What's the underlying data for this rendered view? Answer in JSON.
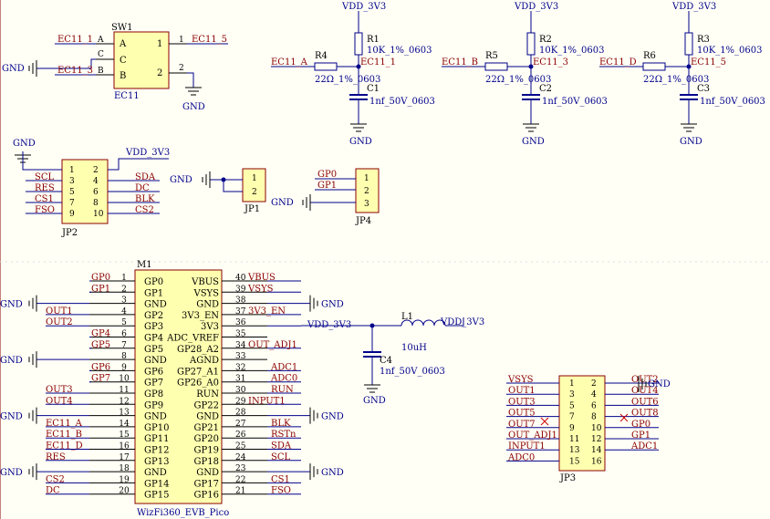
{
  "gnd": "GND",
  "vdd": "VDD_3V3",
  "sw1": {
    "ref": "SW1",
    "part": "EC11",
    "pins": {
      "A": "A",
      "C": "C",
      "B": "B",
      "p1": "1",
      "p2": "2"
    },
    "nets": {
      "ec11_1": "EC11_1",
      "ec11_5": "EC11_5",
      "ec11_3": "EC11_3"
    },
    "n1": "1",
    "n2": "2"
  },
  "filters": [
    {
      "rtop": "R1",
      "rtop_val": "10K_1%_0603",
      "rser": "R4",
      "rser_val": "22Ω_1%_0603",
      "cap": "C1",
      "cap_val": "1nf_50V_0603",
      "in_net": "EC11_A",
      "out_net": "EC11_1"
    },
    {
      "rtop": "R2",
      "rtop_val": "10K_1%_0603",
      "rser": "R5",
      "rser_val": "22Ω_1%_0603",
      "cap": "C2",
      "cap_val": "1nf_50V_0603",
      "in_net": "EC11_B",
      "out_net": "EC11_3"
    },
    {
      "rtop": "R3",
      "rtop_val": "10K_1%_0603",
      "rser": "R6",
      "rser_val": "22Ω_1%_0603",
      "cap": "C3",
      "cap_val": "1nf_50V_0603",
      "in_net": "EC11_D",
      "out_net": "EC11_5"
    }
  ],
  "jp2": {
    "ref": "JP2",
    "left_nets": [
      "SCL",
      "RES",
      "CS1",
      "FSO"
    ],
    "right_nets": [
      "SDA",
      "DC",
      "BLK",
      "CS2"
    ],
    "pins_left": [
      "1",
      "3",
      "5",
      "7",
      "9"
    ],
    "pins_right": [
      "2",
      "4",
      "6",
      "8",
      "10"
    ]
  },
  "jp1": {
    "ref": "JP1",
    "pins": [
      "1",
      "2"
    ]
  },
  "jp4": {
    "ref": "JP4",
    "pins": [
      "1",
      "2",
      "3"
    ],
    "nets": [
      "GP0",
      "GP1"
    ]
  },
  "m1": {
    "ref": "M1",
    "part": "WizFi360_EVB_Pico",
    "left": [
      {
        "n": "1",
        "f": "GP0",
        "net": "GP0"
      },
      {
        "n": "2",
        "f": "GP1",
        "net": "GP1"
      },
      {
        "n": "3",
        "f": "GND",
        "net": ""
      },
      {
        "n": "4",
        "f": "GP2",
        "net": "OUT1"
      },
      {
        "n": "5",
        "f": "GP3",
        "net": "OUT2"
      },
      {
        "n": "6",
        "f": "GP4",
        "net": "GP4"
      },
      {
        "n": "7",
        "f": "GP5",
        "net": "GP5"
      },
      {
        "n": "8",
        "f": "GND",
        "net": ""
      },
      {
        "n": "9",
        "f": "GP6",
        "net": "GP6"
      },
      {
        "n": "10",
        "f": "GP7",
        "net": "GP7"
      },
      {
        "n": "11",
        "f": "GP8",
        "net": "OUT3"
      },
      {
        "n": "12",
        "f": "GP9",
        "net": "OUT4"
      },
      {
        "n": "13",
        "f": "GND",
        "net": ""
      },
      {
        "n": "14",
        "f": "GP10",
        "net": "EC11_A"
      },
      {
        "n": "15",
        "f": "GP11",
        "net": "EC11_B"
      },
      {
        "n": "16",
        "f": "GP12",
        "net": "EC11_D"
      },
      {
        "n": "17",
        "f": "GP13",
        "net": "RES"
      },
      {
        "n": "18",
        "f": "GND",
        "net": ""
      },
      {
        "n": "19",
        "f": "GP14",
        "net": "CS2"
      },
      {
        "n": "20",
        "f": "GP15",
        "net": "DC"
      }
    ],
    "right": [
      {
        "n": "40",
        "f": "VBUS",
        "net": "VBUS"
      },
      {
        "n": "39",
        "f": "VSYS",
        "net": "VSYS"
      },
      {
        "n": "38",
        "f": "GND",
        "net": ""
      },
      {
        "n": "37",
        "f": "3V3_EN",
        "net": "3V3_EN"
      },
      {
        "n": "36",
        "f": "3V3",
        "net": "VDD_3V3"
      },
      {
        "n": "35",
        "f": "ADC_VREF",
        "net": ""
      },
      {
        "n": "34",
        "f": "GP28_A2",
        "net": "OUT_ADJ1"
      },
      {
        "n": "33",
        "f": "AGND",
        "net": ""
      },
      {
        "n": "32",
        "f": "GP27_A1",
        "net": "ADC1"
      },
      {
        "n": "31",
        "f": "GP26_A0",
        "net": "ADC0"
      },
      {
        "n": "30",
        "f": "RUN",
        "net": "RUN"
      },
      {
        "n": "29",
        "f": "GP22",
        "net": "INPUT1"
      },
      {
        "n": "28",
        "f": "GND",
        "net": ""
      },
      {
        "n": "27",
        "f": "GP21",
        "net": "BLK"
      },
      {
        "n": "26",
        "f": "GP20",
        "net": "RSTn"
      },
      {
        "n": "25",
        "f": "GP19",
        "net": "SDA"
      },
      {
        "n": "24",
        "f": "GP18",
        "net": "SCL"
      },
      {
        "n": "23",
        "f": "GND",
        "net": ""
      },
      {
        "n": "22",
        "f": "GP17",
        "net": "CS1"
      },
      {
        "n": "21",
        "f": "GP16",
        "net": "FSO"
      }
    ]
  },
  "l1": {
    "ref": "L1",
    "val": "10uH"
  },
  "c4": {
    "ref": "C4",
    "val": "1nf_50V_0603"
  },
  "jp3": {
    "ref": "JP3",
    "rows": [
      {
        "l": "1",
        "r": "2",
        "ln": "VSYS",
        "rn": "OUT2"
      },
      {
        "l": "3",
        "r": "4",
        "ln": "OUT1",
        "rn": "OUT4"
      },
      {
        "l": "5",
        "r": "6",
        "ln": "OUT3",
        "rn": "OUT6"
      },
      {
        "l": "7",
        "r": "8",
        "ln": "OUT5",
        "rn": "OUT8"
      },
      {
        "l": "9",
        "r": "10",
        "ln": "OUT7",
        "rn": "GP0"
      },
      {
        "l": "11",
        "r": "12",
        "ln": "OUT_ADJ1",
        "rn": "GP1"
      },
      {
        "l": "13",
        "r": "14",
        "ln": "INPUT1",
        "rn": "ADC1"
      },
      {
        "l": "15",
        "r": "16",
        "ln": "ADC0",
        "rn": ""
      }
    ]
  },
  "colors": {
    "background": "#fffff6",
    "wire": "#00008b",
    "body": "#ffffb0",
    "body_border": "#8b0000",
    "net_label": "#8b0000"
  }
}
